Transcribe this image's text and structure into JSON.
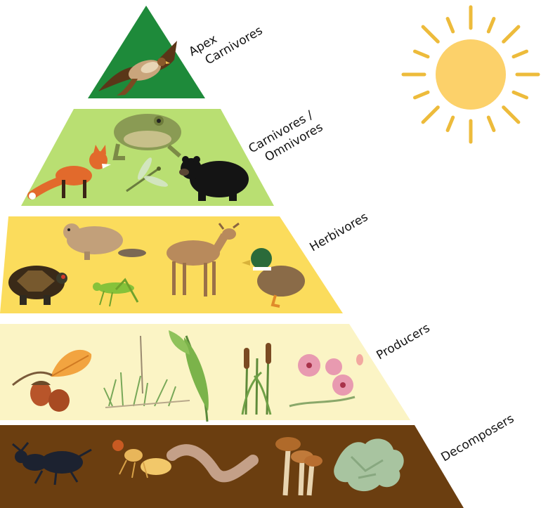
{
  "colors": {
    "apex": "#1e8a3a",
    "carnivores": "#b9df72",
    "herbivores": "#fbdc5c",
    "producers": "#fbf4c5",
    "decomposers": "#6b3e10",
    "sun": "#fcd16a",
    "sun_rays": "#edbb3b"
  },
  "tiers": [
    {
      "key": "apex",
      "label_lines": [
        "Apex",
        "Carnivores"
      ],
      "organisms": [
        "hawk-icon"
      ]
    },
    {
      "key": "carnivores",
      "label_lines": [
        "Carnivores /",
        "Omnivores"
      ],
      "organisms": [
        "fox-icon",
        "frog-icon",
        "dragonfly-icon",
        "black-bear-icon"
      ]
    },
    {
      "key": "herbivores",
      "label_lines": [
        "Herbivores"
      ],
      "organisms": [
        "turtle-icon",
        "beaver-icon",
        "grasshopper-icon",
        "deer-icon",
        "duck-icon"
      ]
    },
    {
      "key": "producers",
      "label_lines": [
        "Producers"
      ],
      "organisms": [
        "oak-leaf-acorn-icon",
        "grass-icon",
        "willow-leaf-icon",
        "cattail-icon",
        "flower-icon"
      ]
    },
    {
      "key": "decomposers",
      "label_lines": [
        "Decomposers"
      ],
      "organisms": [
        "beetle-icon",
        "termite-icon",
        "worm-icon",
        "mushroom-icon",
        "lichen-icon"
      ]
    }
  ],
  "sun": {
    "icon": "sun-icon"
  }
}
